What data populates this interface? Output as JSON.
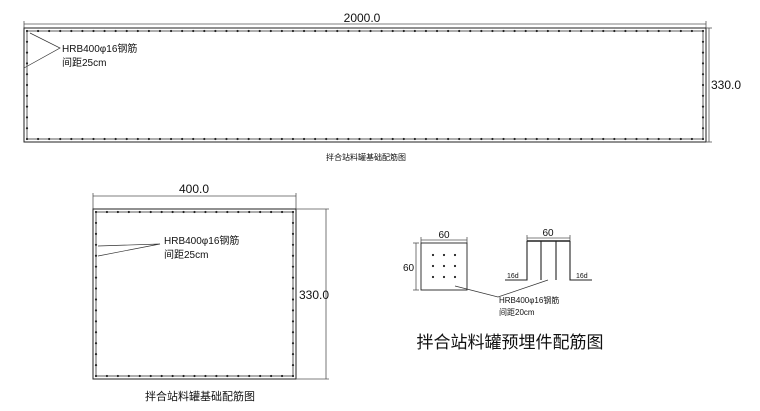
{
  "top_plan": {
    "width_label": "2000.0",
    "height_label": "330.0",
    "rebar_label": "HRB400φ16钢筋",
    "spacing_label": "间距25cm",
    "caption": "拌合站料罐基础配筋图"
  },
  "bottom_plan": {
    "width_label": "400.0",
    "height_label": "330.0",
    "rebar_label": "HRB400φ16钢筋",
    "spacing_label": "间距25cm",
    "caption": "拌合站料罐基础配筋图"
  },
  "embed_detail": {
    "plan_width_label": "60",
    "plan_height_label": "60",
    "section_width_label": "60",
    "hook_left_label": "16d",
    "hook_right_label": "16d",
    "rebar_label": "HRB400φ16钢筋",
    "spacing_label": "间距20cm",
    "title": "拌合站料罐预埋件配筋图"
  }
}
